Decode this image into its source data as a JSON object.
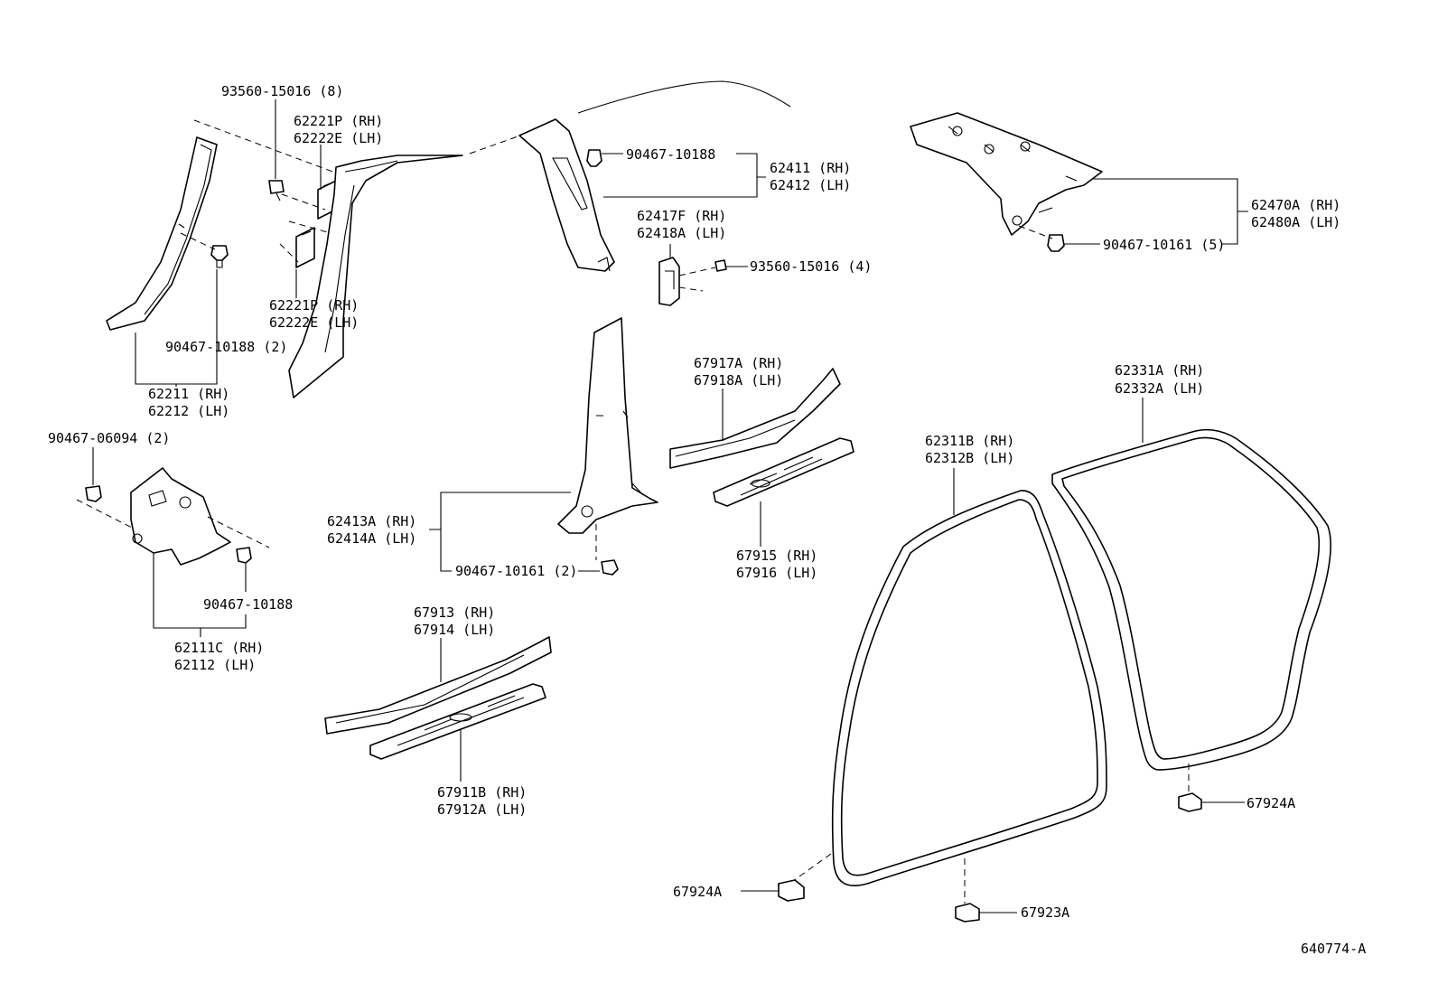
{
  "diagram_id": "640774-A",
  "labels": {
    "l_93560_15016_8": "93560-15016 (8)",
    "l_62221p_a": "62221P (RH)",
    "l_62222e_a": "62222E (LH)",
    "l_62221p_b": "62221P (RH)",
    "l_62222e_b": "62222E (LH)",
    "l_90467_10188_2": "90467-10188 (2)",
    "l_62211": "62211 (RH)",
    "l_62212": "62212 (LH)",
    "l_90467_10188_a": "90467-10188",
    "l_62411": "62411 (RH)",
    "l_62412": "62412 (LH)",
    "l_62417f": "62417F (RH)",
    "l_62418a": "62418A (LH)",
    "l_93560_15016_4": "93560-15016 (4)",
    "l_62470a": "62470A (RH)",
    "l_62480a": "62480A (LH)",
    "l_90467_10161_5": "90467-10161 (5)",
    "l_90467_06094_2": "90467-06094 (2)",
    "l_90467_10188_b": "90467-10188",
    "l_62111c": "62111C (RH)",
    "l_62112": "62112   (LH)",
    "l_67917a": "67917A (RH)",
    "l_67918a": "67918A (LH)",
    "l_62413a": "62413A (RH)",
    "l_62414a": "62414A (LH)",
    "l_90467_10161_2": "90467-10161 (2)",
    "l_67915": "67915 (RH)",
    "l_67916": "67916 (LH)",
    "l_62331a": "62331A (RH)",
    "l_62332a": "62332A (LH)",
    "l_62311b": "62311B (RH)",
    "l_62312b": "62312B (LH)",
    "l_67913": "67913 (RH)",
    "l_67914": "67914 (LH)",
    "l_67911b": "67911B (RH)",
    "l_67912a": "67912A (LH)",
    "l_67924a_right": "67924A",
    "l_67924a_left": "67924A",
    "l_67923a": "67923A"
  }
}
